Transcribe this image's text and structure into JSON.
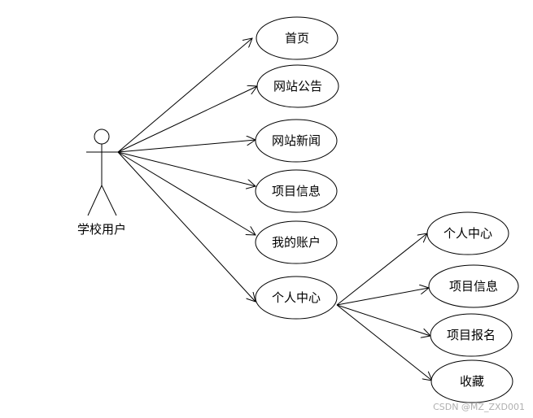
{
  "actor": {
    "label": "学校用户"
  },
  "use_cases": {
    "home": "首页",
    "notice": "网站公告",
    "news": "网站新闻",
    "project_info": "项目信息",
    "my_account": "我的账户",
    "personal_center": "个人中心"
  },
  "sub_use_cases": {
    "personal_center": "个人中心",
    "project_info": "项目信息",
    "project_signup": "项目报名",
    "favorites": "收藏"
  },
  "watermark": "CSDN @MZ_ZXD001"
}
